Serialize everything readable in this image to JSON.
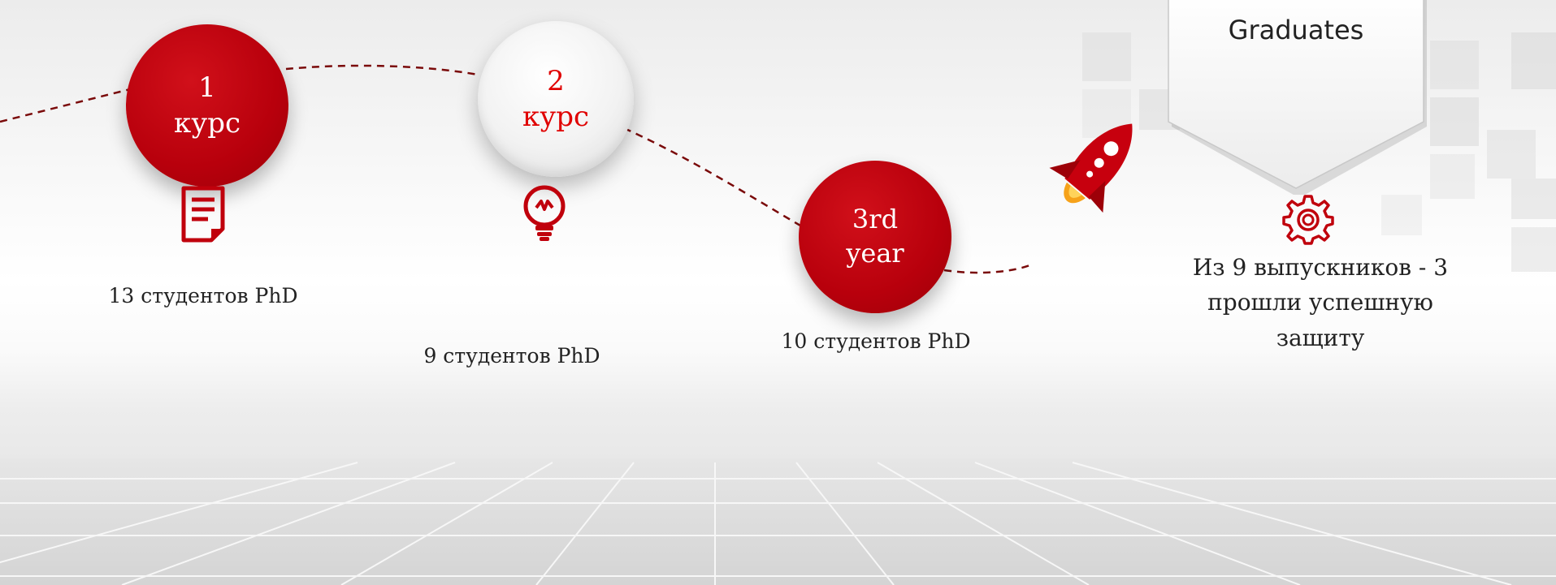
{
  "steps": [
    {
      "num": "1",
      "word": "курс",
      "caption": "13 студентов PhD"
    },
    {
      "num": "2",
      "word": "курс",
      "caption": "9 студентов PhD"
    },
    {
      "num": "3rd",
      "word": "year",
      "caption": "10 студентов PhD"
    }
  ],
  "graduates": {
    "label": "Graduates",
    "caption": "Из 9 выпускников - 3 прошли успешную защиту"
  },
  "icons": {
    "step1": "document-icon",
    "step2": "lightbulb-icon",
    "rocket": "rocket-icon",
    "graduates": "gear-icon"
  },
  "colors": {
    "accent": "#c0000c",
    "accent_text": "#e00000",
    "dash": "#7a0a0a"
  }
}
